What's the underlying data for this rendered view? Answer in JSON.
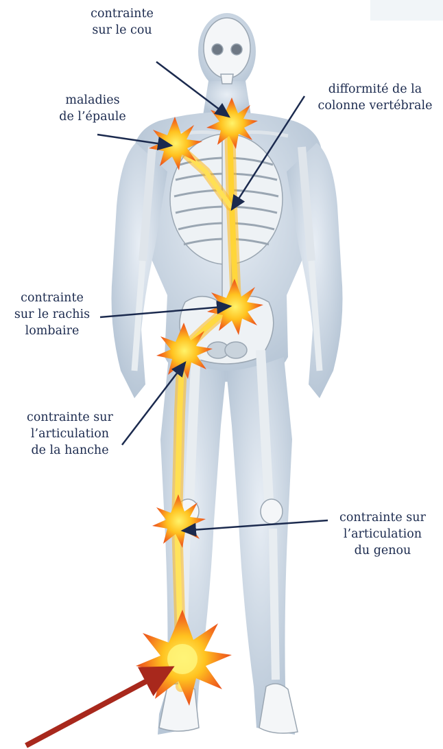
{
  "colors": {
    "label_text": "#1b2a4e",
    "pointer_arrows": "#1b2a4e",
    "highlight_arrow": "#a8281c",
    "body_silhouette": "#c9d6e3",
    "bone": "#f2f4f6",
    "pain_burst": "#f4721e",
    "pain_core": "#ffe23a"
  },
  "labels": {
    "neck": [
      "contrainte",
      "sur le cou"
    ],
    "shoulder": [
      "maladies",
      "de l’épaule"
    ],
    "spine": [
      "difformité de la",
      "colonne vertébrale"
    ],
    "lumbar": [
      "contrainte",
      "sur le rachis",
      "lombaire"
    ],
    "hip": [
      "contrainte sur",
      "l’articulation",
      "de la hanche"
    ],
    "knee": [
      "contrainte sur",
      "l’articulation",
      "du genou"
    ]
  },
  "icons": {
    "pain_burst": "starburst-icon",
    "pointer": "arrow-icon"
  }
}
